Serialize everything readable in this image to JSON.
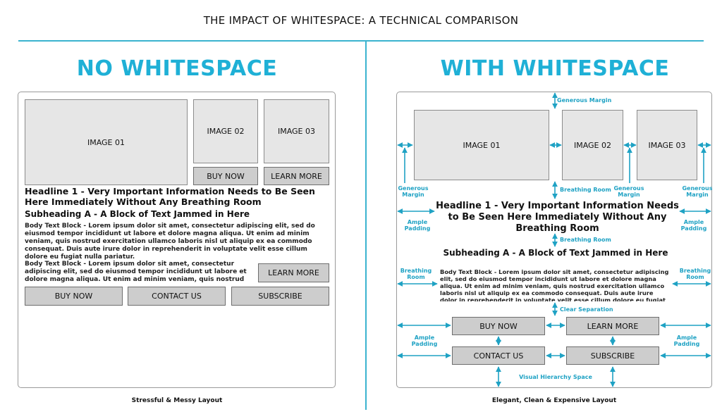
{
  "title": "THE IMPACT OF WHITESPACE: A TECHNICAL COMPARISON",
  "colors": {
    "accent": "#1fb0d6",
    "box_fill": "#e6e6e6",
    "button_fill": "#cdcdcd"
  },
  "left": {
    "heading": "NO WHITESPACE",
    "image1": "IMAGE 01",
    "image2": "IMAGE 02",
    "image3": "IMAGE 03",
    "buy_now_top": "BUY NOW",
    "learn_more_top": "LEARN MORE",
    "headline": "Headline 1 - Very Important Information Needs to Be Seen Here Immediately Without Any Breathing Room",
    "subheading": "Subheading A - A Block of Text Jammed in Here",
    "body1": "Body Text Block - Lorem ipsum dolor sit amet, consectetur adipiscing elit, sed do eiusmod tempor incididunt ut labore et dolore magna aliqua. Ut enim ad minim veniam, quis nostrud exercitation ullamco laboris nisl ut aliquip ex ea commodo consequat. Duis aute irure dolor in reprehenderit in voluptate velit esse cillum dolore eu fugiat nulla pariatur.",
    "body2": "Body Text Block - Lorem ipsum dolor sit amet, consectetur adipiscing elit, sed do eiusmod tempor incididunt ut labore et dolore magna aliqua. Ut enim ad minim veniam, quis nostrud",
    "learn_more_mid": "LEARN MORE",
    "buy_now": "BUY NOW",
    "contact_us": "CONTACT US",
    "subscribe": "SUBSCRIBE",
    "caption": "Stressful & Messy Layout"
  },
  "right": {
    "heading": "WITH WHITESPACE",
    "image1": "IMAGE 01",
    "image2": "IMAGE 02",
    "image3": "IMAGE 03",
    "headline": "Headline 1 - Very Important Information Needs to Be Seen Here Immediately Without Any Breathing Room",
    "subheading": "Subheading A - A Block of Text Jammed in Here",
    "body": "Body Text Block - Lorem ipsum dolor sit amet, consectetur adipiscing elit, sed do eiusmod tempor incididunt ut labore et dolore magna aliqua. Ut enim ad minim veniam, quis nostrud exercitation ullamco laboris nisl ut aliquip ex ea commodo consequat. Duis aute irure dolor in reprehenderit in voluptate velit esse cillum dolore eu fugiat nulla pariatur.",
    "buy_now": "BUY NOW",
    "learn_more": "LEARN MORE",
    "contact_us": "CONTACT US",
    "subscribe": "SUBSCRIBE",
    "caption": "Elegant, Clean & Expensive Layout",
    "annotations": {
      "generous_margin_top": "Generous Margin",
      "generous_margin_left": "Generous Margin",
      "breathing_room_img": "Breathing Room",
      "generous_margin_mid": "Generous Margin",
      "generous_margin_right": "Generous Margin",
      "ample_padding_left": "Ample Padding",
      "ample_padding_right": "Ample Padding",
      "breathing_room_head": "Breathing Room",
      "breathing_room_left": "Breathing Room",
      "breathing_room_right": "Breathing Room",
      "clear_separation": "Clear Separation",
      "ample_padding_btn_left": "Ample Padding",
      "ample_padding_btn_right": "Ample Padding",
      "visual_hierarchy": "Visual Hierarchy Space"
    }
  }
}
